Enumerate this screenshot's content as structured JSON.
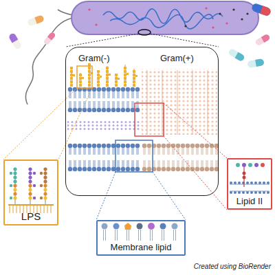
{
  "diagram": {
    "nodes": [
      {
        "text": [
          "Gram(-)",
          "Gram(+)"
        ]
      },
      {
        "text": [
          "LPS"
        ]
      },
      {
        "text": [
          "Lipid II"
        ]
      },
      {
        "text": [
          "Membrane lipid"
        ]
      }
    ],
    "labels": [
      "Created using BioRender"
    ]
  }
}
